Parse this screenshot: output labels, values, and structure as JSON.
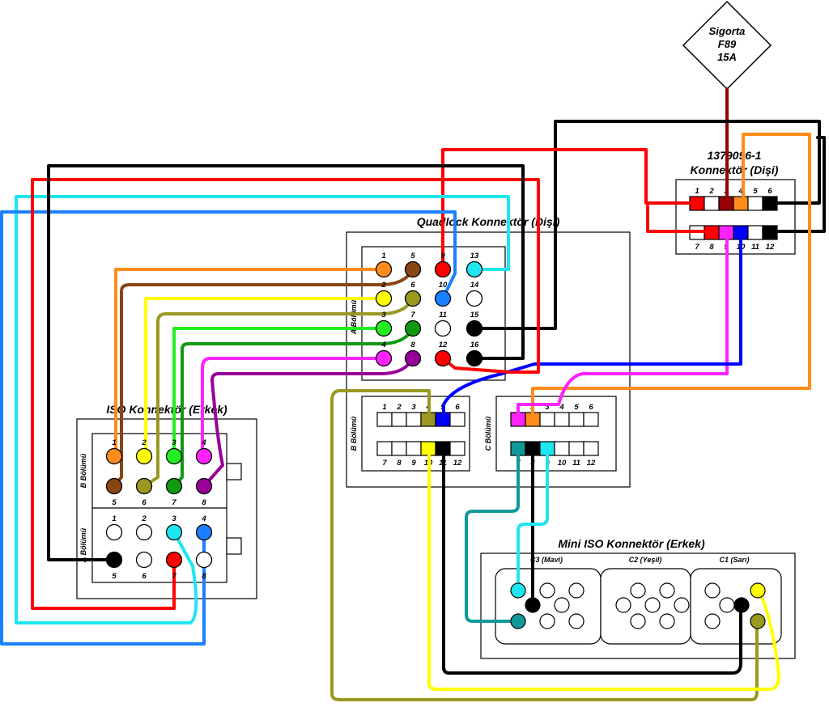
{
  "colors": {
    "orange": "#ff8c1a",
    "brown": "#8b4513",
    "red": "#ff0000",
    "cyan": "#1ee6f0",
    "yellow": "#ffff00",
    "olive": "#999922",
    "blue": "#1a80ff",
    "white": "#ffffff",
    "green": "#22ee22",
    "dkgreen": "#119911",
    "black": "#000000",
    "magenta": "#ff22ff",
    "purple": "#990099",
    "teal": "#119999",
    "dkred": "#990000",
    "pureblue": "#0000ff"
  },
  "fuse": {
    "line1": "Sigorta",
    "line2": "F89",
    "line3": "15A"
  },
  "c1379": {
    "title1": "1379096-1",
    "title2": "Konnektör (Dişi)",
    "top_labels": [
      "1",
      "2",
      "3",
      "4",
      "5",
      "6"
    ],
    "bottom_labels": [
      "7",
      "8",
      "9",
      "10",
      "11",
      "12"
    ]
  },
  "quadlock": {
    "title": "Quadlock Konnektör (Dişi)",
    "section_a": "A Bölümü",
    "section_b": "B Bölümü",
    "section_c": "C Bölümü",
    "a_labels": [
      "1",
      "5",
      "9",
      "13",
      "2",
      "6",
      "10",
      "14",
      "3",
      "7",
      "11",
      "15",
      "4",
      "8",
      "12",
      "16"
    ],
    "b_top": [
      "1",
      "2",
      "3",
      "4",
      "5",
      "6"
    ],
    "b_bottom": [
      "7",
      "8",
      "9",
      "10",
      "11",
      "12"
    ],
    "c_top": [
      "1",
      "2",
      "3",
      "4",
      "5",
      "6"
    ],
    "c_bottom": [
      "7",
      "8",
      "9",
      "10",
      "11",
      "12"
    ]
  },
  "iso": {
    "title": "ISO Konnektör (Erkek)",
    "section_b": "B Bölümü",
    "section_a": "A Bölümü",
    "b_top": [
      "1",
      "2",
      "3",
      "4"
    ],
    "b_bottom": [
      "5",
      "6",
      "7",
      "8"
    ],
    "a_top": [
      "1",
      "2",
      "3",
      "4"
    ],
    "a_bottom": [
      "5",
      "6",
      "7",
      "8"
    ]
  },
  "mini_iso": {
    "title": "Mini ISO Konnektör (Erkek)",
    "c3": "C3 (Mavi)",
    "c2": "C2 (Yeşil)",
    "c1": "C1 (Sarı)"
  }
}
